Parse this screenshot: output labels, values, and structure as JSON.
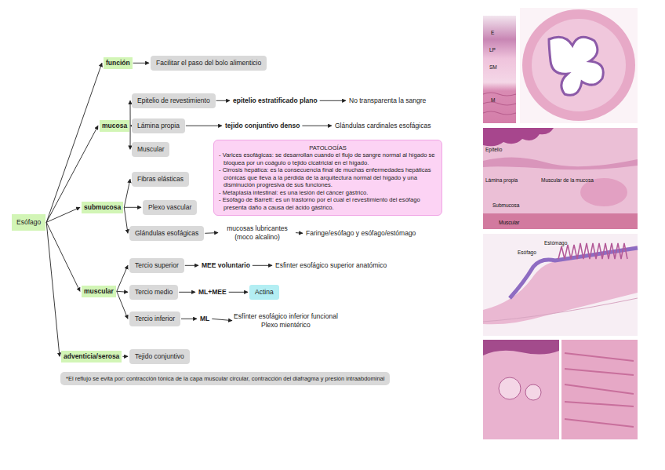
{
  "diagram": {
    "nodes": [
      {
        "text": [
          "Esófago"
        ]
      },
      {
        "text": [
          "función"
        ]
      },
      {
        "text": [
          "Facilitar el paso del bolo alimenticio"
        ]
      },
      {
        "text": [
          "mucosa"
        ]
      },
      {
        "text": [
          "Epitelio de revestimiento"
        ]
      },
      {
        "text": [
          "epitelio estratificado plano"
        ]
      },
      {
        "text": [
          "No transparenta la sangre"
        ]
      },
      {
        "text": [
          "Lámina propia"
        ]
      },
      {
        "text": [
          "tejido conjuntivo denso"
        ]
      },
      {
        "text": [
          "Glándulas cardinales esofágicas"
        ]
      },
      {
        "text": [
          "Muscular"
        ]
      },
      {
        "text": [
          "PATOLOGÍAS",
          "- Varices esofágicas: se desarrollan cuando el flujo de sangre normal al hígado se bloquea por un coágulo o tejido cicatricial en el hígado.",
          "- Cirrosis hepática: es la consecuencia final de muchas enfermedades hepáticas crónicas que lleva a la pérdida de la arquitectura normal del hígado y una disminución progresiva de sus funciones.",
          "- Metaplasia intestinal: es una lesión del cáncer gástrico.",
          "- Esófago de Barrett: es un trastorno por el cual el revestimiento del esófago presenta daño a causa del ácido gástrico."
        ]
      },
      {
        "text": [
          "submucosa"
        ]
      },
      {
        "text": [
          "Fibras elásticas"
        ]
      },
      {
        "text": [
          "Plexo vascular"
        ]
      },
      {
        "text": [
          "Glándulas esofágicas"
        ]
      },
      {
        "text": [
          "mucosas lubricantes (moco alcalino)"
        ]
      },
      {
        "text": [
          "Faringe/esófago y esófago/estómago"
        ]
      },
      {
        "text": [
          "muscular"
        ]
      },
      {
        "text": [
          "Tercio superior"
        ]
      },
      {
        "text": [
          "MEE voluntario"
        ]
      },
      {
        "text": [
          "Esfinter esofágico superior anatómico"
        ]
      },
      {
        "text": [
          "Tercio medio"
        ]
      },
      {
        "text": [
          "ML+MEE"
        ]
      },
      {
        "text": [
          "Actina"
        ]
      },
      {
        "text": [
          "Tercio inferior"
        ]
      },
      {
        "text": [
          "ML"
        ]
      },
      {
        "text": [
          "Esfínter esofágico inferior funcional",
          "Plexo mientérico"
        ]
      },
      {
        "text": [
          "adventicia/serosa"
        ]
      },
      {
        "text": [
          "Tejido conjuntivo"
        ]
      },
      {
        "text": [
          "*El reflujo se evita por: contracción tónica de la capa muscular circular, contracción del diafragma y presión intraabdominal"
        ]
      }
    ],
    "edges": [
      {
        "from": 0,
        "to": 1,
        "arrow": "to"
      },
      {
        "from": 0,
        "to": 3,
        "arrow": "to"
      },
      {
        "from": 0,
        "to": 12,
        "arrow": "to"
      },
      {
        "from": 0,
        "to": 18,
        "arrow": "to"
      },
      {
        "from": 0,
        "to": 28,
        "arrow": "to"
      },
      {
        "from": 1,
        "to": 2,
        "arrow": "to"
      },
      {
        "from": 3,
        "to": 4,
        "arrow": "to"
      },
      {
        "from": 3,
        "to": 7,
        "arrow": "to"
      },
      {
        "from": 3,
        "to": 10,
        "arrow": "to"
      },
      {
        "from": 4,
        "to": 5,
        "arrow": "to"
      },
      {
        "from": 5,
        "to": 6,
        "arrow": "to"
      },
      {
        "from": 7,
        "to": 8,
        "arrow": "to"
      },
      {
        "from": 8,
        "to": 9,
        "arrow": "to"
      },
      {
        "from": 12,
        "to": 13,
        "arrow": "to"
      },
      {
        "from": 12,
        "to": 14,
        "arrow": "to"
      },
      {
        "from": 12,
        "to": 15,
        "arrow": "to"
      },
      {
        "from": 15,
        "to": 16,
        "arrow": "to"
      },
      {
        "from": 16,
        "to": 17,
        "arrow": "to"
      },
      {
        "from": 18,
        "to": 19,
        "arrow": "to"
      },
      {
        "from": 18,
        "to": 22,
        "arrow": "to"
      },
      {
        "from": 18,
        "to": 25,
        "arrow": "to"
      },
      {
        "from": 19,
        "to": 20,
        "arrow": "to"
      },
      {
        "from": 20,
        "to": 21,
        "arrow": "to"
      },
      {
        "from": 22,
        "to": 23,
        "arrow": "to"
      },
      {
        "from": 23,
        "to": 24,
        "arrow": "to"
      },
      {
        "from": 25,
        "to": 26,
        "arrow": "to"
      },
      {
        "from": 26,
        "to": 27,
        "arrow": "to"
      },
      {
        "from": 28,
        "to": 29,
        "arrow": "to"
      }
    ],
    "labels": [
      "E",
      "LP",
      "SM",
      "M",
      "Epitelio",
      "Lámina propia",
      "Muscular de la mucosa",
      "Submucosa",
      "Muscular",
      "Estómago",
      "Esófago"
    ]
  }
}
